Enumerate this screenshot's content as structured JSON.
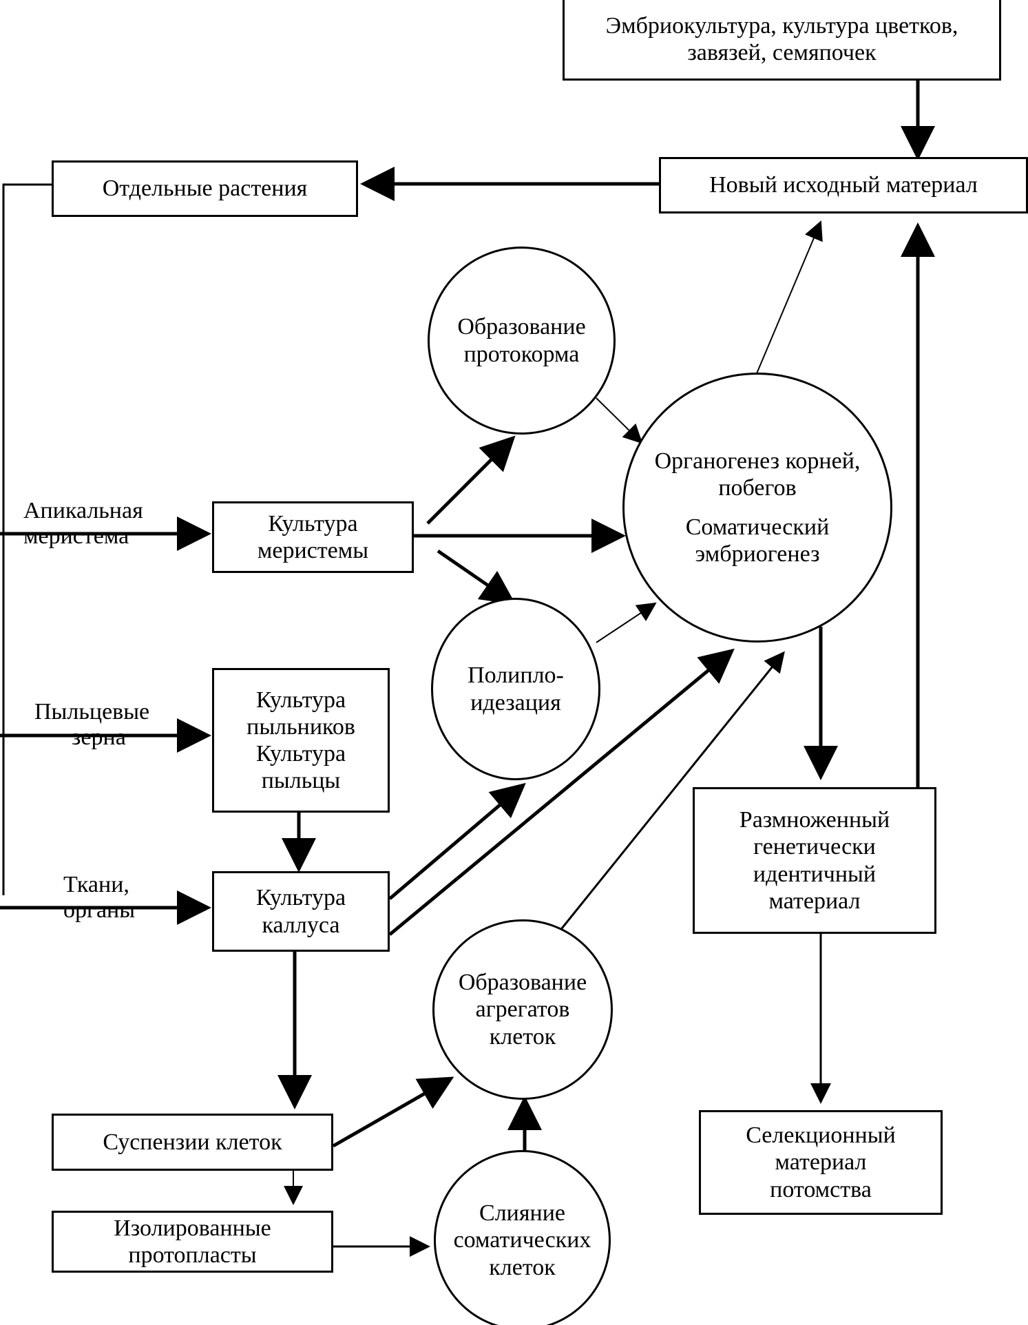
{
  "nodes": {
    "embryo": {
      "lines": [
        "Эмбриокультура, культура цветков,",
        "завязей, семяпочек"
      ]
    },
    "new_material": {
      "lines": [
        "Новый исходный материал"
      ]
    },
    "single_plants": {
      "lines": [
        "Отдельные растения"
      ]
    },
    "protocorm": {
      "lines": [
        "Образование",
        "протокорма"
      ]
    },
    "organogenesis": {
      "lines": [
        "Органогенез корней,",
        "побегов"
      ],
      "lines2": [
        "Соматический",
        "эмбриогенез"
      ]
    },
    "meristem_culture": {
      "lines": [
        "Культура",
        "меристемы"
      ]
    },
    "polyploid": {
      "lines": [
        "Полиплo-",
        "идезация"
      ]
    },
    "anther_culture": {
      "lines": [
        "Культура",
        "пыльников"
      ],
      "lines2": [
        "Культура",
        "пыльцы"
      ]
    },
    "callus_culture": {
      "lines": [
        "Культура",
        "каллуса"
      ]
    },
    "aggregates": {
      "lines": [
        "Образование",
        "агрегатов",
        "клеток"
      ]
    },
    "propagated": {
      "lines": [
        "Размноженный",
        "генетически",
        "идентичный",
        "материал"
      ]
    },
    "breeding": {
      "lines": [
        "Селекционный",
        "материал",
        "потомства"
      ]
    },
    "suspension": {
      "lines": [
        "Суспензии клеток"
      ]
    },
    "protoplasts": {
      "lines": [
        "Изолированные",
        "протопласты"
      ]
    },
    "fusion": {
      "lines": [
        "Слияние",
        "соматических",
        "клеток"
      ]
    }
  },
  "edge_labels": {
    "apical": [
      "Апикальная",
      "меристема"
    ],
    "pollen": [
      "Пыльцевые",
      "зерна"
    ],
    "tissues": [
      "Ткани,",
      "органы"
    ]
  }
}
